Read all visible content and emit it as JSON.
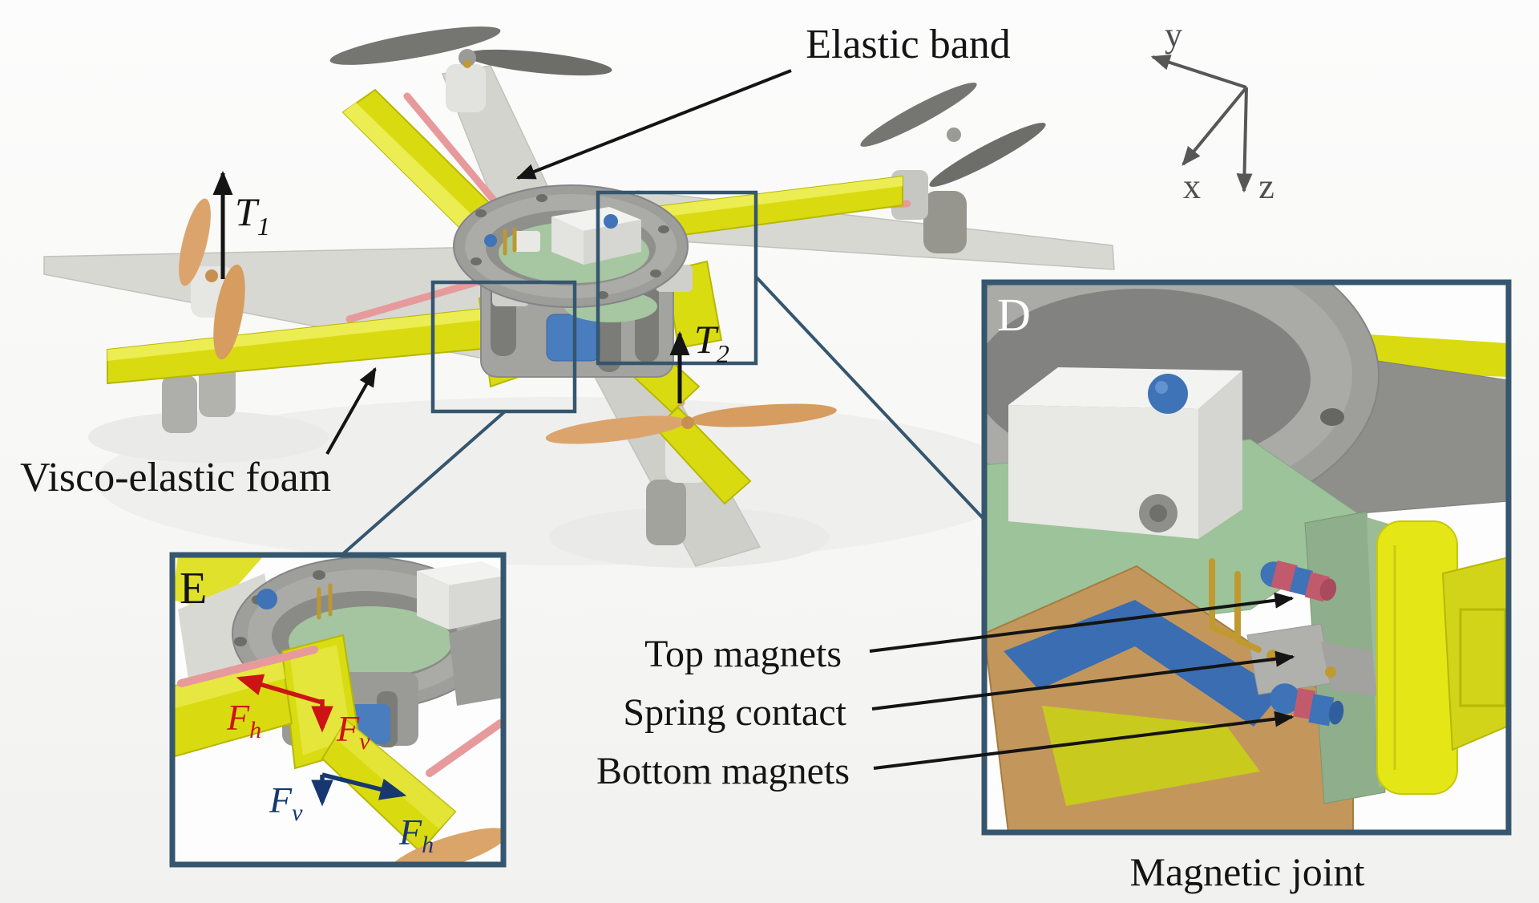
{
  "annotations": {
    "elastic_band": "Elastic band",
    "visco_elastic_foam": "Visco-elastic foam",
    "top_magnets": "Top magnets",
    "spring_contact": "Spring contact",
    "bottom_magnets": "Bottom magnets",
    "magnetic_joint": "Magnetic joint"
  },
  "axes": {
    "x": "x",
    "y": "y",
    "z": "z"
  },
  "thrust": {
    "t1": {
      "base": "T",
      "sub": "1"
    },
    "t2": {
      "base": "T",
      "sub": "2"
    }
  },
  "forces": {
    "horizontal": {
      "base": "F",
      "sub": "h"
    },
    "vertical": {
      "base": "F",
      "sub": "v"
    }
  },
  "insets": {
    "d": {
      "letter": "D"
    },
    "e": {
      "letter": "E"
    }
  },
  "colors": {
    "callout_border": "#35566e",
    "annotation_black": "#141414",
    "axis_gray": "#575757",
    "force_red": "#cc1414",
    "force_blue": "#16386e",
    "foam_yellow": "#d9db10",
    "elastic_pink": "#e79a9b",
    "hub_gray": "#9d9d9a",
    "pcb_green": "#a6c7a1",
    "magnet_red": "#c25a6d",
    "magnet_blue": "#3e73b7",
    "inset_letter_d": "#ffffff",
    "inset_letter_e": "#141414"
  }
}
